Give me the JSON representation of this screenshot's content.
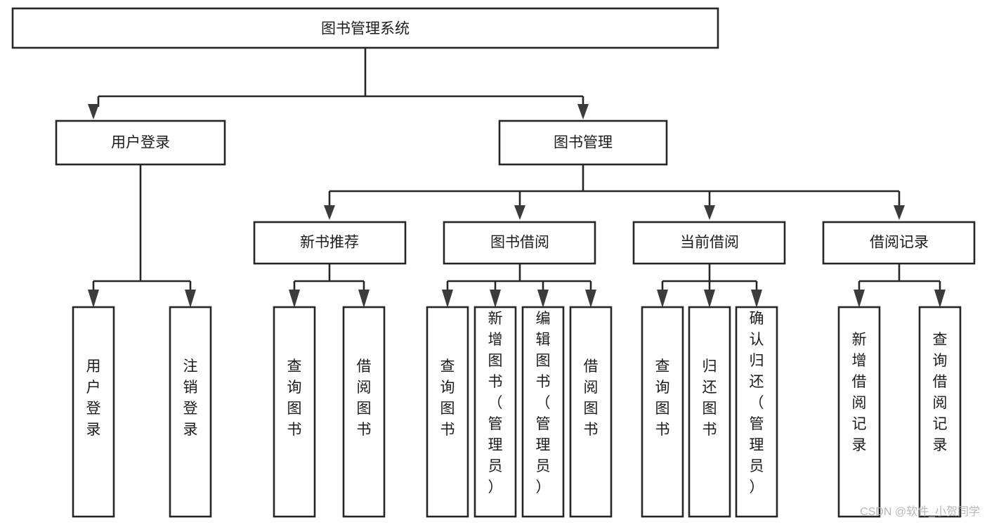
{
  "diagram": {
    "type": "hierarchy-tree",
    "title": "图书管理系统",
    "root": {
      "id": "root",
      "label": "图书管理系统"
    },
    "level1": [
      {
        "id": "user-login",
        "label": "用户登录"
      },
      {
        "id": "book-manage",
        "label": "图书管理"
      }
    ],
    "level2": [
      {
        "id": "new-book-recommend",
        "label": "新书推荐",
        "parent": "book-manage"
      },
      {
        "id": "book-borrow",
        "label": "图书借阅",
        "parent": "book-manage"
      },
      {
        "id": "current-borrow",
        "label": "当前借阅",
        "parent": "book-manage"
      },
      {
        "id": "borrow-record",
        "label": "借阅记录",
        "parent": "book-manage"
      }
    ],
    "leaves": [
      {
        "id": "leaf-user-login",
        "label": "用户登录",
        "parent": "user-login"
      },
      {
        "id": "leaf-user-logout",
        "label": "注销登录",
        "parent": "user-login"
      },
      {
        "id": "leaf-query-book-1",
        "label": "查询图书",
        "parent": "new-book-recommend"
      },
      {
        "id": "leaf-borrow-book-1",
        "label": "借阅图书",
        "parent": "new-book-recommend"
      },
      {
        "id": "leaf-query-book-2",
        "label": "查询图书",
        "parent": "book-borrow"
      },
      {
        "id": "leaf-add-book",
        "label": "新增图书（管理员）",
        "parent": "book-borrow"
      },
      {
        "id": "leaf-edit-book",
        "label": "编辑图书（管理员）",
        "parent": "book-borrow"
      },
      {
        "id": "leaf-borrow-book-2",
        "label": "借阅图书",
        "parent": "book-borrow"
      },
      {
        "id": "leaf-query-book-3",
        "label": "查询图书",
        "parent": "current-borrow"
      },
      {
        "id": "leaf-return-book",
        "label": "归还图书",
        "parent": "current-borrow"
      },
      {
        "id": "leaf-confirm-return",
        "label": "确认归还（管理员）",
        "parent": "current-borrow"
      },
      {
        "id": "leaf-add-record",
        "label": "新增借阅记录",
        "parent": "borrow-record"
      },
      {
        "id": "leaf-query-record",
        "label": "查询借阅记录",
        "parent": "borrow-record"
      }
    ]
  },
  "watermark": {
    "text": "CSDN @软件_小贺同学"
  },
  "colors": {
    "stroke": "#262626",
    "fill": "#ffffff",
    "text": "#1c1c1c",
    "watermark": "#b8b8b8",
    "arrow": "#3b3b3b"
  }
}
